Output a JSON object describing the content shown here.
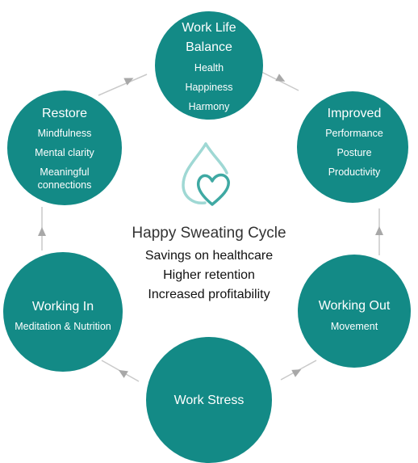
{
  "center": {
    "title": "Happy Sweating Cycle",
    "lines": [
      "Savings on healthcare",
      "Higher retention",
      "Increased profitability"
    ]
  },
  "nodes": [
    {
      "title": [
        "Work Life",
        "Balance"
      ],
      "items": [
        "Health",
        "Happiness",
        "Harmony"
      ]
    },
    {
      "title": [
        "Improved"
      ],
      "items": [
        "Performance",
        "Posture",
        "Productivity"
      ]
    },
    {
      "title": [
        "Working Out"
      ],
      "items": [
        "Movement"
      ]
    },
    {
      "title": [
        "Work Stress"
      ],
      "items": []
    },
    {
      "title": [
        "Working In"
      ],
      "items": [
        "Meditation & Nutrition"
      ]
    },
    {
      "title": [
        "Restore"
      ],
      "items": [
        "Mindfulness",
        "Mental clarity",
        "Meaningful",
        "connections"
      ]
    }
  ],
  "colors": {
    "node_fill": "#138a86",
    "ring": "#c9c9c9",
    "arrow": "#a8a8a8",
    "logo_light": "#9fd8d4",
    "logo_dark": "#3fa9a3"
  },
  "icons": {
    "logo": "droplet-heart-icon",
    "arrow": "arrowhead-icon"
  }
}
